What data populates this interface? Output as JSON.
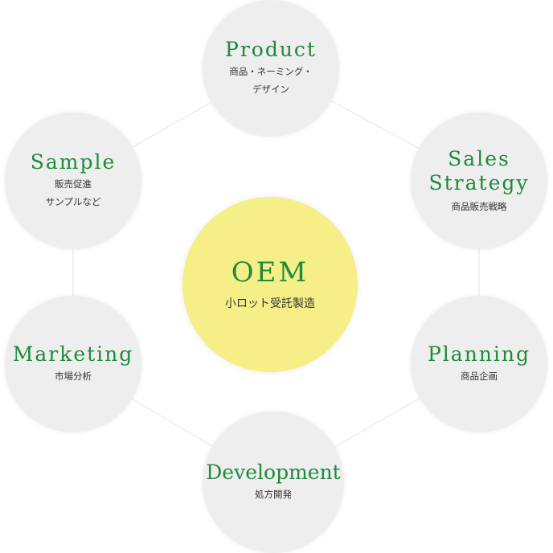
{
  "center": {
    "title": "OEM",
    "subtitle": "小ロット受託製造"
  },
  "nodes": {
    "product": {
      "title": "Product",
      "lines": [
        "商品・ネーミング・",
        "デザイン"
      ]
    },
    "sales": {
      "title_lines": [
        "Sales",
        "Strategy"
      ],
      "subtitle": "商品販売戦略"
    },
    "planning": {
      "title": "Planning",
      "subtitle": "商品企画"
    },
    "development": {
      "title": "Development",
      "subtitle": "処方開発"
    },
    "marketing": {
      "title": "Marketing",
      "subtitle": "市場分析"
    },
    "sample": {
      "title": "Sample",
      "lines": [
        "販売促進",
        "サンプルなど"
      ]
    }
  },
  "colors": {
    "title_green": "#1e8a3c",
    "node_fill": "#eeeeee",
    "center_fill": "#f6ee86",
    "link_line": "#e4e4e4"
  }
}
